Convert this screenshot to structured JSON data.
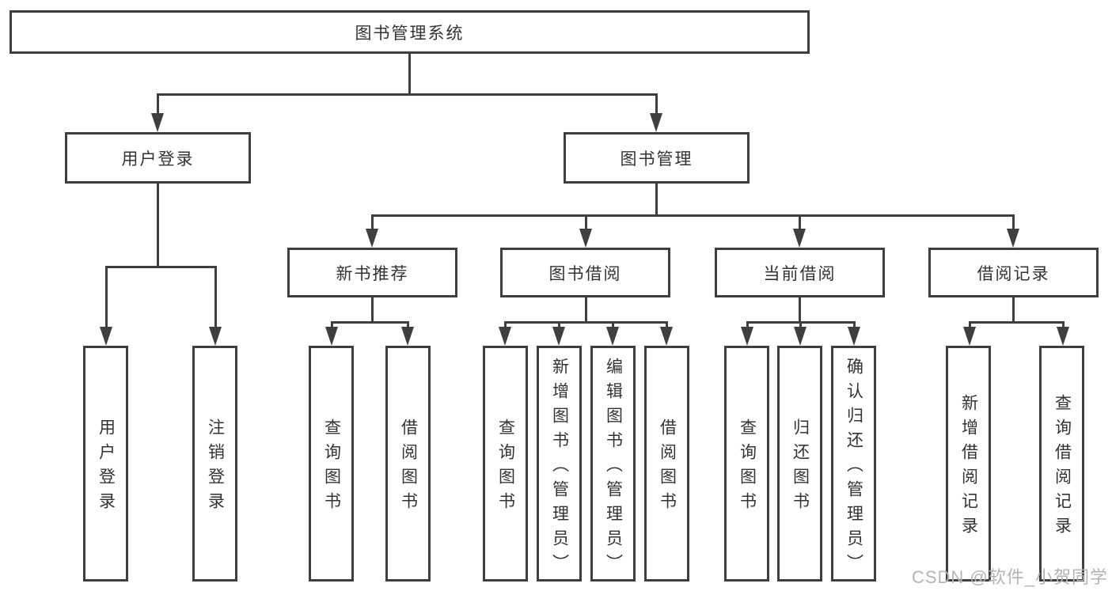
{
  "diagram_title": "图书管理系统",
  "watermark": "CSDN @软件_小贺同学",
  "colors": {
    "line": "#3f3f3f",
    "text": "#333333",
    "watermark": "#b4b4b4",
    "background": "#ffffff"
  },
  "tree": {
    "root": {
      "label": "图书管理系统"
    },
    "level2": [
      {
        "label": "用户登录"
      },
      {
        "label": "图书管理"
      }
    ],
    "level3": [
      {
        "label": "新书推荐"
      },
      {
        "label": "图书借阅"
      },
      {
        "label": "当前借阅"
      },
      {
        "label": "借阅记录"
      }
    ],
    "leaves": {
      "user_login": [
        {
          "label": "用户登录"
        },
        {
          "label": "注销登录"
        }
      ],
      "new_books": [
        {
          "label": "查询图书"
        },
        {
          "label": "借阅图书"
        }
      ],
      "book_borrow": [
        {
          "label": "查询图书"
        },
        {
          "label": "新增图书（管理员）"
        },
        {
          "label": "编辑图书（管理员）"
        },
        {
          "label": "借阅图书"
        }
      ],
      "current_borrow": [
        {
          "label": "查询图书"
        },
        {
          "label": "归还图书"
        },
        {
          "label": "确认归还（管理员）"
        }
      ],
      "borrow_records": [
        {
          "label": "新增借阅记录"
        },
        {
          "label": "查询借阅记录"
        }
      ]
    }
  }
}
